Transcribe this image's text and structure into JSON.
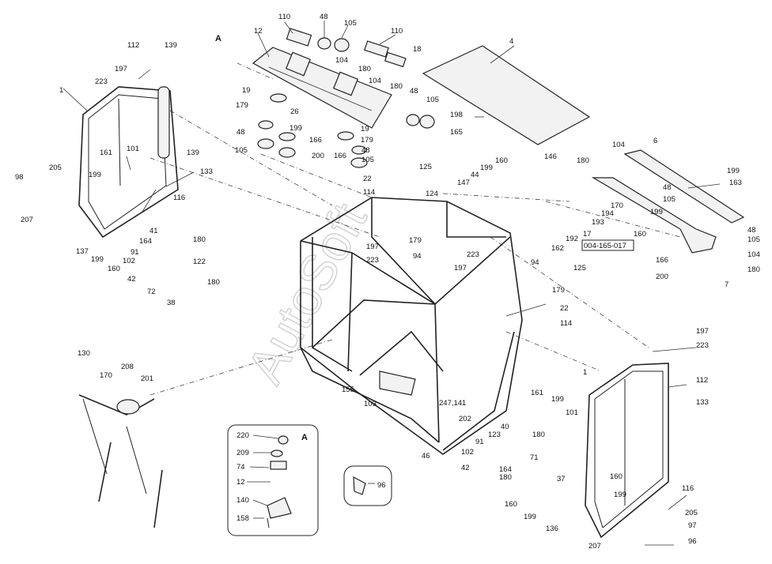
{
  "diagram": {
    "reference_code": "004-165-017",
    "watermark": "AutoSoft",
    "detail_view": {
      "title": "A",
      "labels": [
        "220",
        "209",
        "74",
        "12",
        "140",
        "158"
      ]
    },
    "labels": {
      "A_main": "A",
      "l110a": "110",
      "l48a": "48",
      "l105a": "105",
      "l110b": "110",
      "l12": "12",
      "l104a": "104",
      "l18": "18",
      "l4": "4",
      "l180a": "180",
      "l104b": "104",
      "l180b": "180",
      "l19a": "19",
      "l48b": "48",
      "l105b": "105",
      "l179a": "179",
      "l26": "26",
      "l198": "198",
      "l165": "165",
      "l48c": "48",
      "l199a": "199",
      "l19b": "19",
      "l179b": "179",
      "l105c": "105",
      "l166a": "166",
      "l200a": "200",
      "l166b": "166",
      "l48d": "48",
      "l105d": "105",
      "l112a": "112",
      "l139a": "139",
      "l197a": "197",
      "l223a": "223",
      "l1a": "1",
      "l161a": "161",
      "l101a": "101",
      "l139b": "139",
      "l199b": "199",
      "l133a": "133",
      "l98": "98",
      "l205a": "205",
      "l116a": "116",
      "l207a": "207",
      "l41": "41",
      "l180c": "180",
      "l164a": "164",
      "l91a": "91",
      "l122": "122",
      "l137": "137",
      "l199c": "199",
      "l160a": "160",
      "l102a": "102",
      "l42a": "42",
      "l72": "72",
      "l180d": "180",
      "l38": "38",
      "l125a": "125",
      "l22a": "22",
      "l114a": "114",
      "l146": "146",
      "l160b": "160",
      "l199d": "199",
      "l44": "44",
      "l147": "147",
      "l124": "124",
      "l104c": "104",
      "l180e": "180",
      "l6": "6",
      "l199e": "199",
      "l163": "163",
      "l48e": "48",
      "l105e": "105",
      "l170a": "170",
      "l194": "194",
      "l193": "193",
      "l199f": "199",
      "l160c": "160",
      "l17": "17",
      "l192": "192",
      "l162": "162",
      "l48f": "48",
      "l105f": "105",
      "l104d": "104",
      "l180f": "180",
      "l166c": "166",
      "l200b": "200",
      "l7": "7",
      "l197b": "197",
      "l223b": "223",
      "l179c": "179",
      "l94a": "94",
      "l223c": "223",
      "l197c": "197",
      "l94b": "94",
      "l125b": "125",
      "l179d": "179",
      "l22b": "22",
      "l114b": "114",
      "l130": "130",
      "l170b": "170",
      "l208": "208",
      "l201": "201",
      "l155": "155",
      "l103": "103",
      "l247": "247,141",
      "l202": "202",
      "l46": "46",
      "l197d": "197",
      "l223d": "223",
      "l1b": "1",
      "l112b": "112",
      "l133b": "133",
      "l161b": "161",
      "l199g": "199",
      "l101b": "101",
      "l40": "40",
      "l123": "123",
      "l180g": "180",
      "l91b": "91",
      "l102b": "102",
      "l71": "71",
      "l42b": "42",
      "l164b": "164",
      "l180h": "180",
      "l37": "37",
      "l160d": "160",
      "l160e": "160",
      "l199h": "199",
      "l136": "136",
      "l199i": "199",
      "l116b": "116",
      "l205b": "205",
      "l97": "97",
      "l207b": "207",
      "l96a": "96",
      "l96b": "96"
    }
  }
}
